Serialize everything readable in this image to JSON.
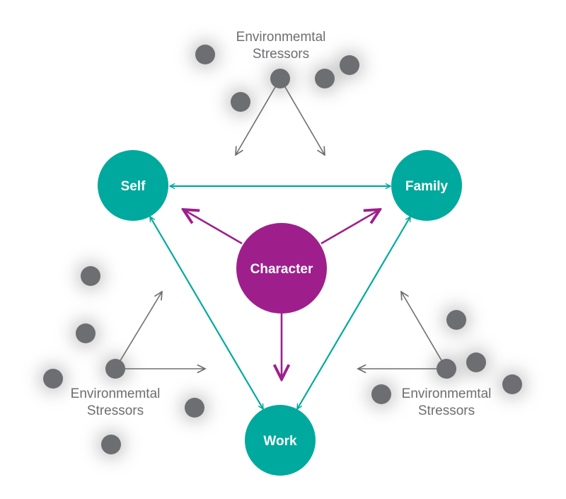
{
  "colors": {
    "teal": "#00a99d",
    "purple": "#9e1f8c",
    "dot": "#6d6e71",
    "arrow_gray": "#6d6e71",
    "label_gray": "#6d6e71"
  },
  "nodes": {
    "self": "Self",
    "family": "Family",
    "work": "Work",
    "character": "Character"
  },
  "stressors": {
    "top": [
      "Environmemtal",
      "Stressors"
    ],
    "left": [
      "Environmemtal",
      "Stressors"
    ],
    "right": [
      "Environmemtal",
      "Stressors"
    ]
  }
}
